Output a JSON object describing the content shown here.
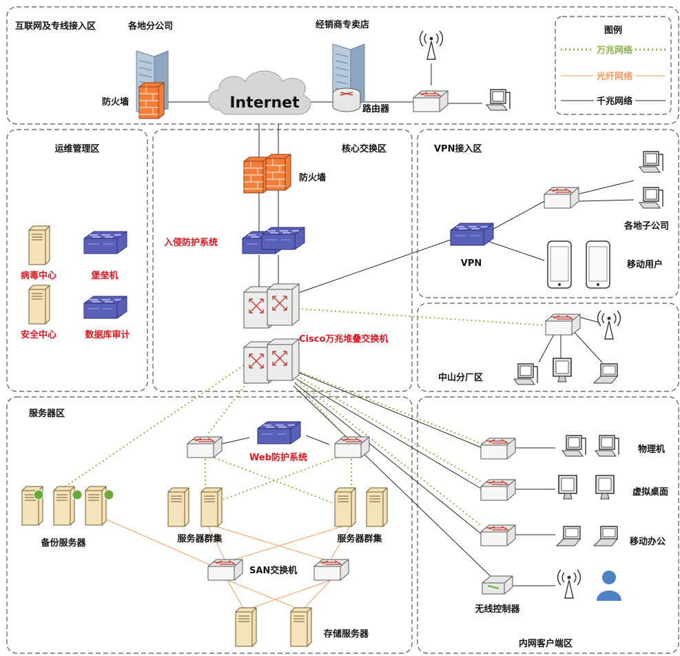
{
  "zones": {
    "internet_zone": "互联网及专线接入区",
    "ops_zone": "运维管理区",
    "core_zone": "核心交换区",
    "vpn_zone": "VPN接入区",
    "zhongshan_zone": "中山分厂区",
    "server_zone": "服务器区",
    "client_zone": "内网客户端区"
  },
  "legend": {
    "title": "图例",
    "items": [
      {
        "label": "万兆网络",
        "color": "#8db04a"
      },
      {
        "label": "光纤网络",
        "color": "#f29b61"
      },
      {
        "label": "千兆网络",
        "color": "#222222"
      }
    ]
  },
  "labels": {
    "branch_office": "各地分公司",
    "dealer_store": "经销商专卖店",
    "firewall_top": "防火墙",
    "internet": "Internet",
    "router": "路由器",
    "firewall_core": "防火墙",
    "ips": "入侵防护系统",
    "cisco_stack": "Cisco万兆堆叠交换机",
    "antivirus": "病毒中心",
    "bastion": "堡垒机",
    "security_center": "安全中心",
    "db_audit": "数据库审计",
    "vpn": "VPN",
    "subsidiaries": "各地子公司",
    "mobile_users": "移动用户",
    "backup_servers": "备份服务器",
    "web_protect": "Web防护系统",
    "server_cluster_1": "服务器群集",
    "server_cluster_2": "服务器群集",
    "san_switch": "SAN交换机",
    "storage_server": "存储服务器",
    "physical": "物理机",
    "virtual_desktop": "虚拟桌面",
    "mobile_office": "移动办公",
    "wireless_controller": "无线控制器"
  },
  "colors": {
    "zone_border": "#555555",
    "ten_gig": "#8db04a",
    "fiber": "#f29b61",
    "gigabit": "#222222",
    "red_label": "#e0141e",
    "switch_fill": "#f2f2f2",
    "secdev_fill": "#4b4fa8",
    "firewall_fill": "#f07c3c",
    "cloud_fill": "#d9d9d9",
    "server_fill": "#f4e3b8"
  }
}
